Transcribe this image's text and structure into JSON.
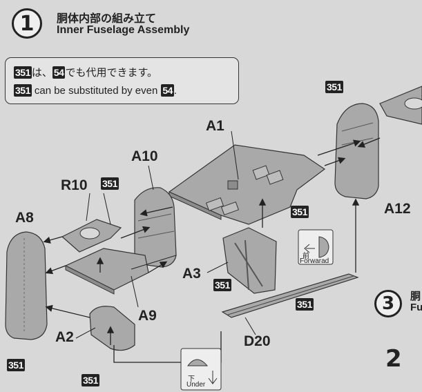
{
  "header": {
    "step_number": "1",
    "title_jp": "胴体内部の組み立て",
    "title_en": "Inner Fuselage Assembly"
  },
  "note": {
    "line1_badge_a": "351",
    "line1_text_a": "は、",
    "line1_badge_b": "54",
    "line1_text_b": "でも代用できます。",
    "line2_badge_a": "351",
    "line2_text": "can be substituted by even",
    "line2_badge_b": "54",
    "line2_end": "."
  },
  "labels": {
    "a1": "A1",
    "a10": "A10",
    "r10": "R10",
    "a8": "A8",
    "a3": "A3",
    "a9": "A9",
    "a2": "A2",
    "d20": "D20",
    "a12": "A12"
  },
  "badges": {
    "r10": "351",
    "a1": "351",
    "a12_top": "351",
    "a3": "351",
    "d20": "351",
    "a8": "351",
    "a2": "351"
  },
  "hints": {
    "forward_jp": "前",
    "forward_en": "Forwarad",
    "under_jp": "下",
    "under_en": "Under"
  },
  "next_step": {
    "number": "3",
    "title_jp_partial": "胴",
    "title_en_partial": "Fu",
    "step2": "2"
  },
  "colors": {
    "background": "#d8d8d8",
    "part_fill": "#a9a9a9",
    "part_dark": "#8c8c8c",
    "ink": "#222222"
  }
}
